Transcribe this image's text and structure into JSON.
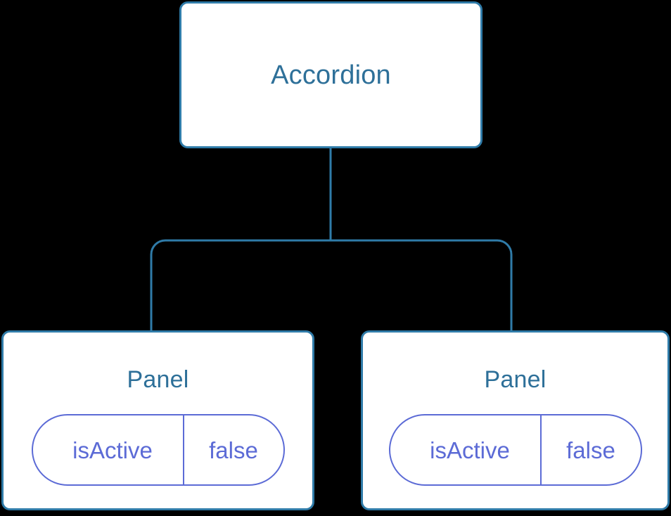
{
  "diagram": {
    "type": "component-tree",
    "background_color": "#000000",
    "node_fill": "#ffffff",
    "node_border_color": "#2f7ba8",
    "node_title_color": "#2e7099",
    "prop_color": "#5c6bd6",
    "edge_color": "#2f7ba8"
  },
  "root": {
    "title": "Accordion"
  },
  "children": [
    {
      "title": "Panel",
      "prop": {
        "key": "isActive",
        "value": "false"
      }
    },
    {
      "title": "Panel",
      "prop": {
        "key": "isActive",
        "value": "false"
      }
    }
  ]
}
